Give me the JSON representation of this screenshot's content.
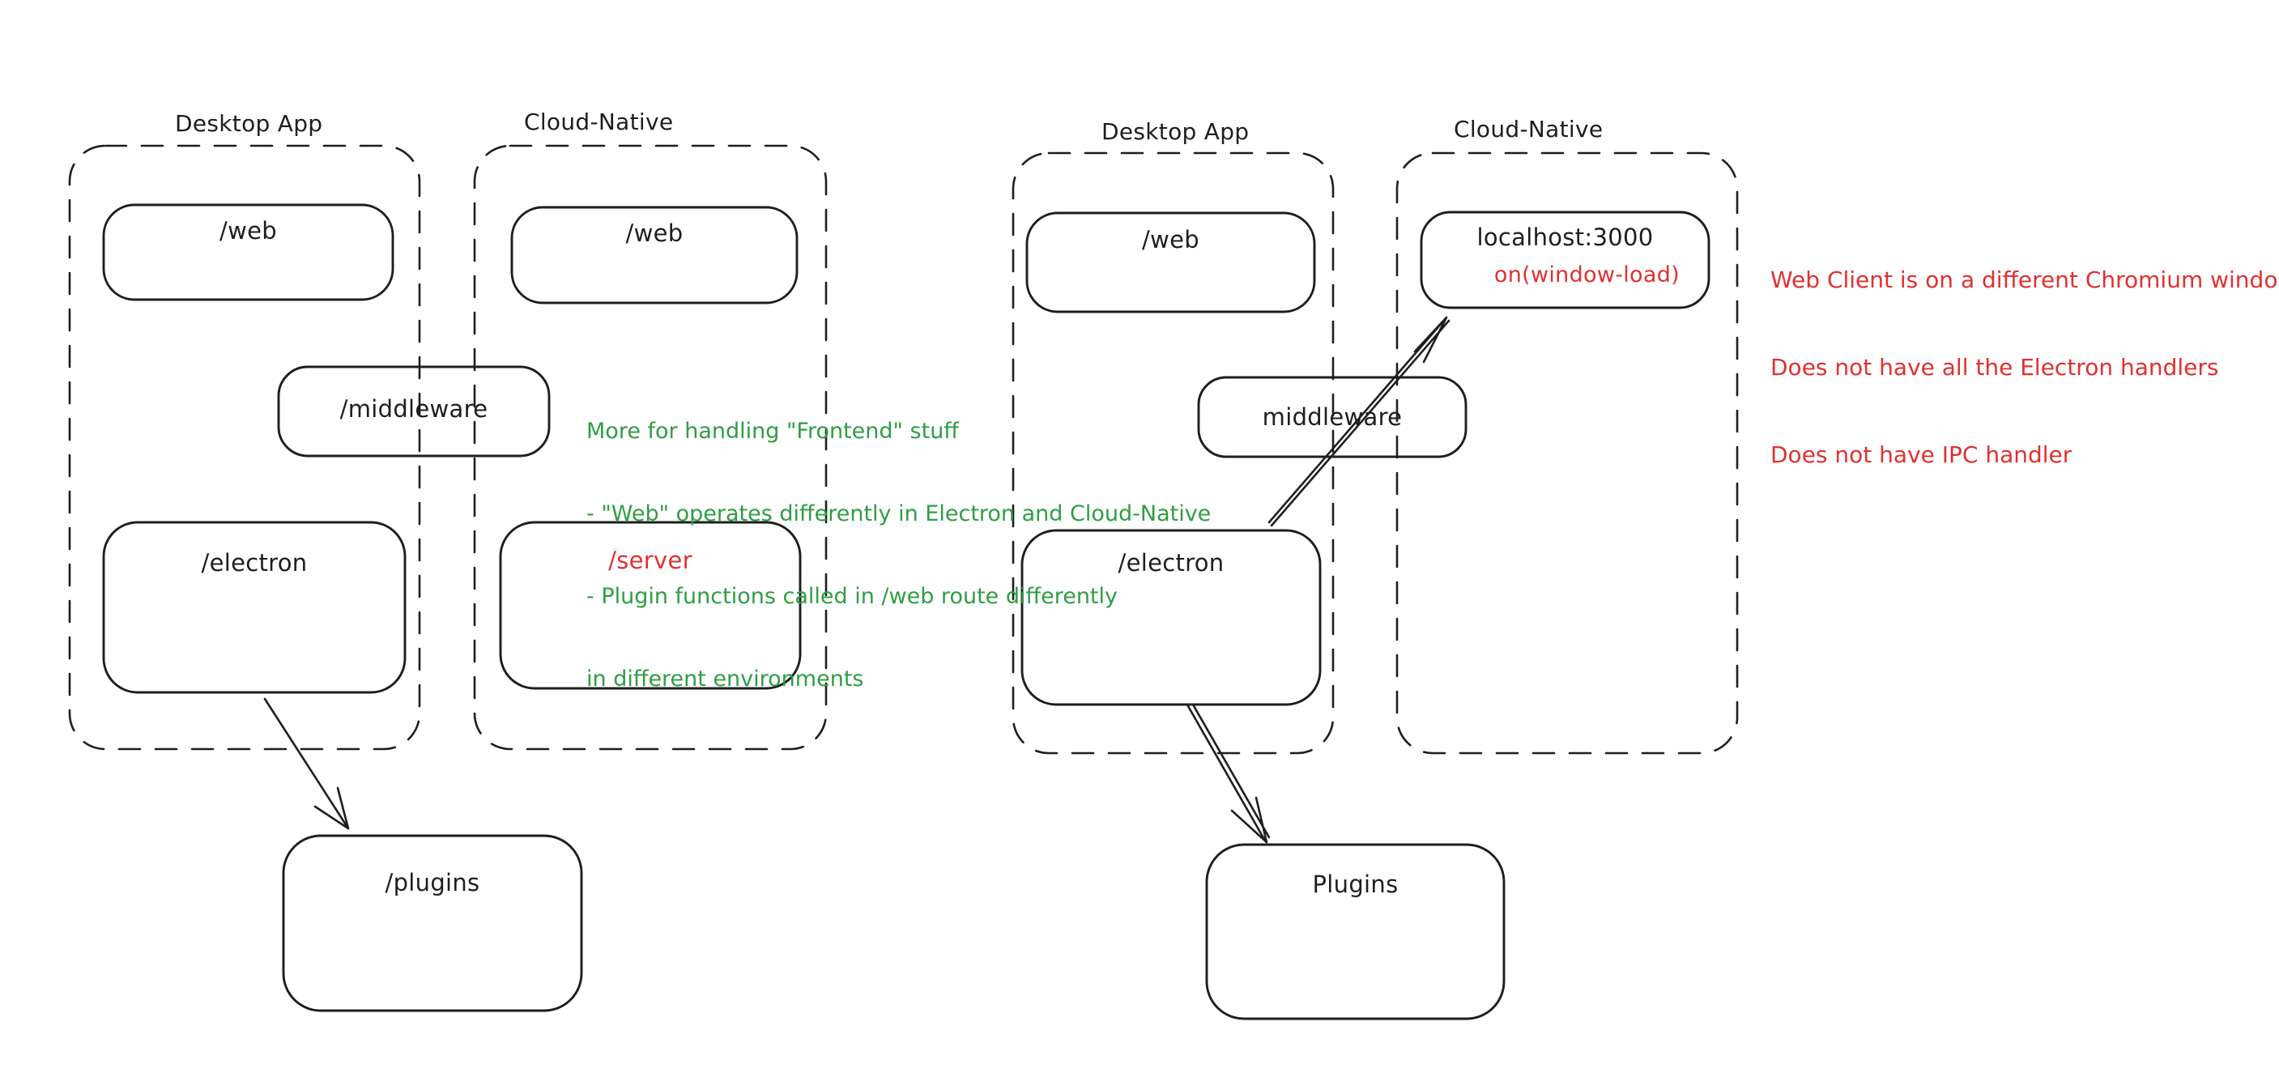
{
  "colors": {
    "ink": "#1e1e1e",
    "red": "#e03131",
    "green": "#2f9e44",
    "background": "#ffffff"
  },
  "diagram_left": {
    "desktop_container_label": "Desktop App",
    "cloud_container_label": "Cloud-Native",
    "web_desktop_box": "/web",
    "web_cloud_box": "/web",
    "middleware_box": "/middleware",
    "electron_box": "/electron",
    "server_box": "/server",
    "plugins_box": "/plugins",
    "note": {
      "lines": [
        "More for handling \"Frontend\" stuff",
        "- \"Web\" operates differently in Electron and Cloud-Native",
        "- Plugin functions called in /web route differently",
        "in different environments"
      ]
    }
  },
  "diagram_right": {
    "desktop_container_label": "Desktop App",
    "cloud_container_label": "Cloud-Native",
    "web_box": "/web",
    "localhost_box": "localhost:3000",
    "localhost_sub_label": "on(window-load)",
    "middleware_box": "middleware",
    "electron_box": "/electron",
    "plugins_box": "Plugins",
    "note": {
      "lines": [
        "Web Client is on a different Chromium window",
        "Does not have all the Electron handlers",
        "Does not have IPC handler"
      ]
    }
  }
}
